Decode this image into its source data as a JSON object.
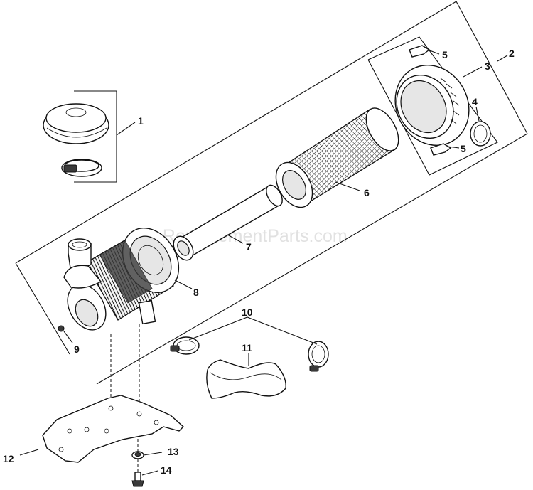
{
  "watermark": "eReplacementParts.com",
  "callouts": [
    {
      "id": "1",
      "label": "1"
    },
    {
      "id": "2",
      "label": "2"
    },
    {
      "id": "3",
      "label": "3"
    },
    {
      "id": "4",
      "label": "4"
    },
    {
      "id": "5a",
      "label": "5"
    },
    {
      "id": "5b",
      "label": "5"
    },
    {
      "id": "6",
      "label": "6"
    },
    {
      "id": "7",
      "label": "7"
    },
    {
      "id": "8",
      "label": "8"
    },
    {
      "id": "9",
      "label": "9"
    },
    {
      "id": "10",
      "label": "10"
    },
    {
      "id": "11",
      "label": "11"
    },
    {
      "id": "12",
      "label": "12"
    },
    {
      "id": "13",
      "label": "13"
    },
    {
      "id": "14",
      "label": "14"
    }
  ]
}
